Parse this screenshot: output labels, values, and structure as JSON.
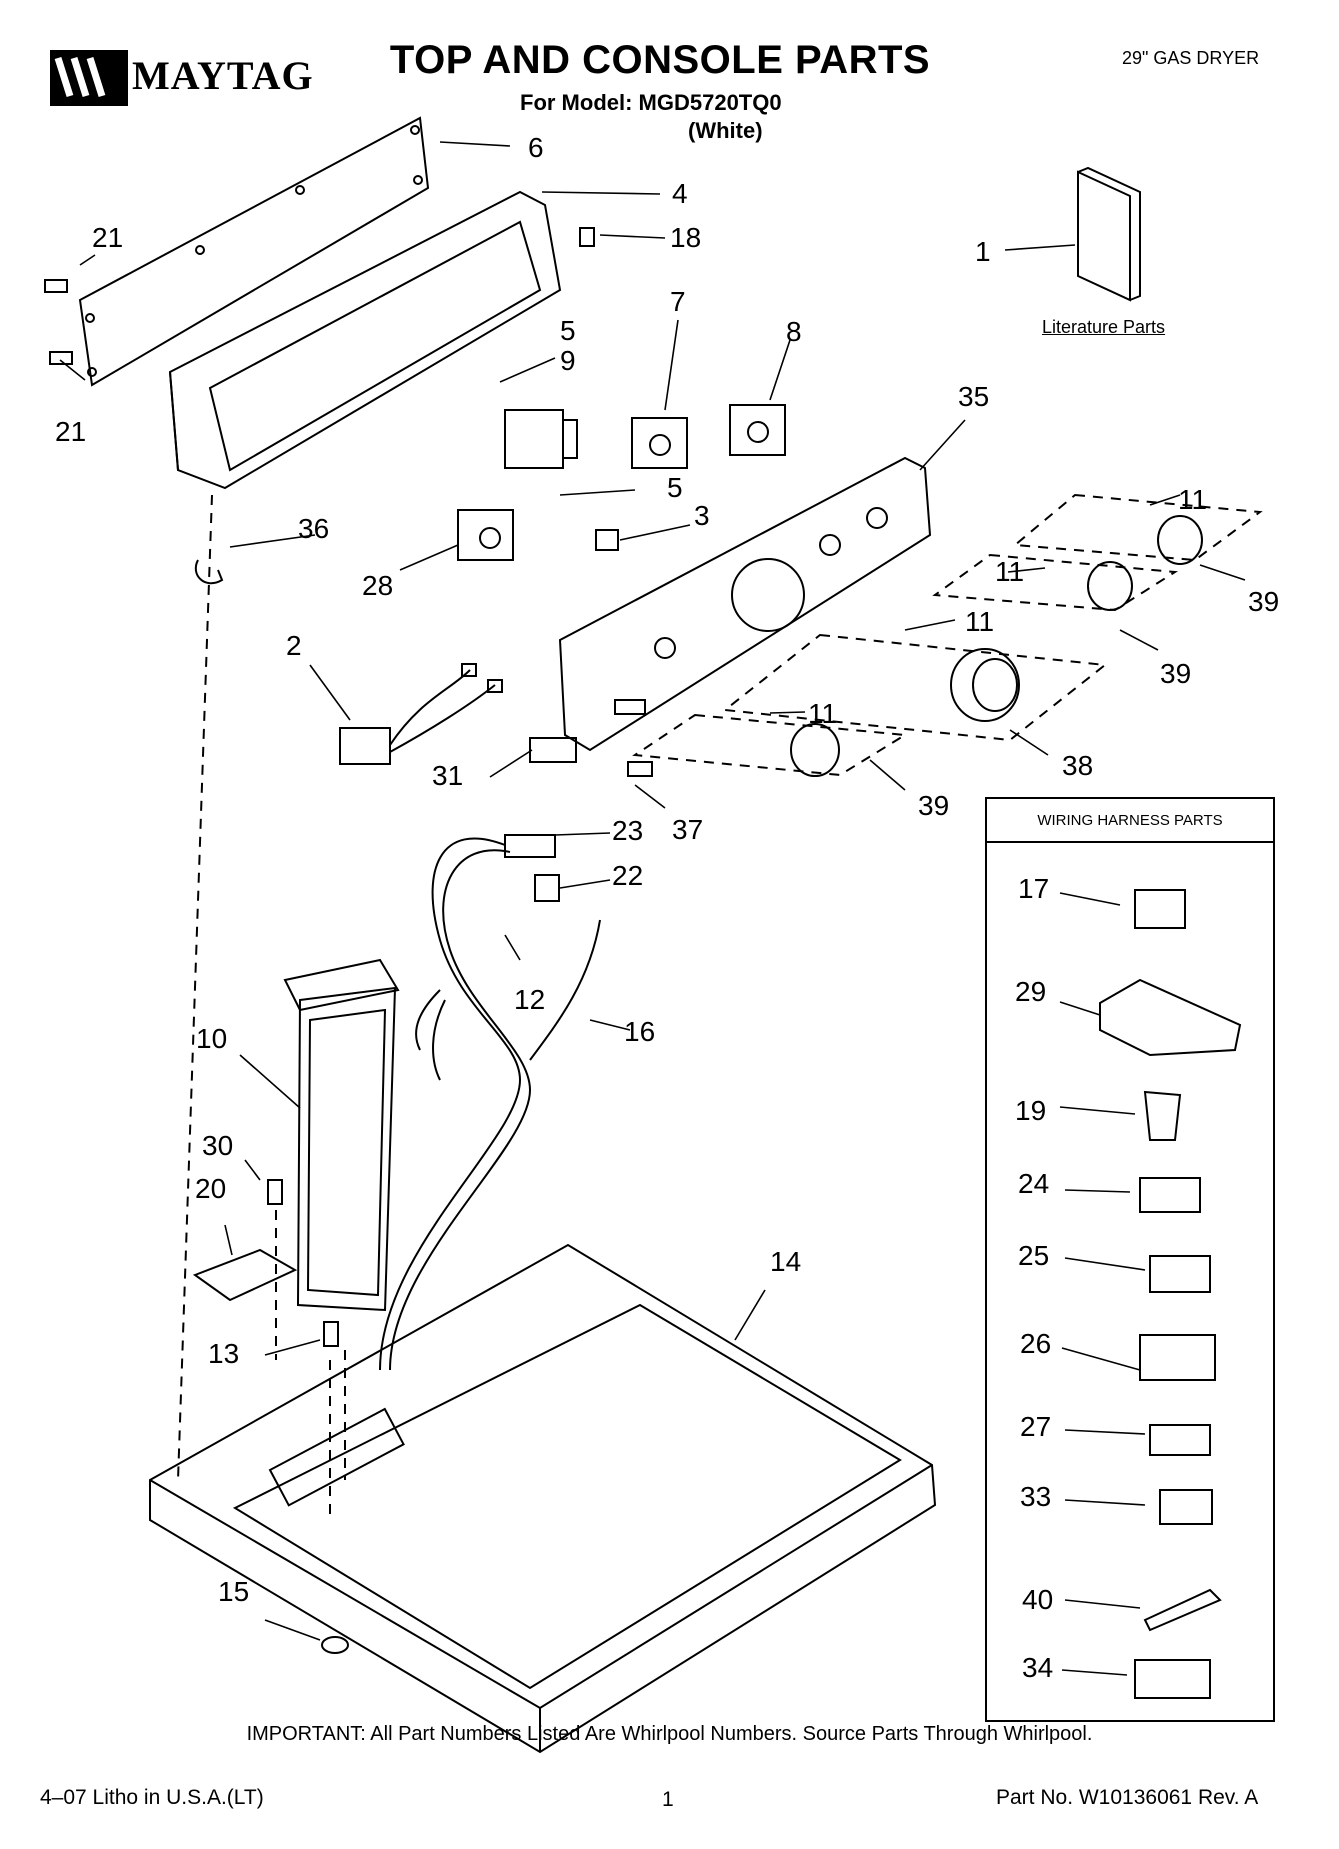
{
  "header": {
    "brand": "MAYTAG",
    "title": "TOP AND CONSOLE PARTS",
    "model_line": "For Model: MGD5720TQ0",
    "color_line": "(White)",
    "product_type": "29\" GAS DRYER"
  },
  "literature": {
    "label": "Literature Parts"
  },
  "wiring_harness": {
    "title": "WIRING HARNESS PARTS"
  },
  "callouts": {
    "c6": "6",
    "c4": "4",
    "c21a": "21",
    "c18": "18",
    "c1": "1",
    "c21b": "21",
    "c5a": "5",
    "c9": "9",
    "c7": "7",
    "c8": "8",
    "c35": "35",
    "c5b": "5",
    "c3": "3",
    "c36": "36",
    "c28": "28",
    "c11a": "11",
    "c11b": "11",
    "c39a": "39",
    "c11c": "11",
    "c39b": "39",
    "c2": "2",
    "c11d": "11",
    "c38": "38",
    "c31": "31",
    "c37": "37",
    "c39c": "39",
    "c23": "23",
    "c22": "22",
    "c12": "12",
    "c16": "16",
    "c10": "10",
    "c30": "30",
    "c20": "20",
    "c14": "14",
    "c13": "13",
    "c15": "15",
    "h17": "17",
    "h29": "29",
    "h19": "19",
    "h24": "24",
    "h25": "25",
    "h26": "26",
    "h27": "27",
    "h33": "33",
    "h40": "40",
    "h34": "34"
  },
  "footer": {
    "important": "IMPORTANT: All Part Numbers Listed Are Whirlpool Numbers. Source Parts Through Whirlpool.",
    "litho": "4–07 Litho in U.S.A.(LT)",
    "page": "1",
    "part_no": "Part No. W10136061 Rev. A"
  }
}
